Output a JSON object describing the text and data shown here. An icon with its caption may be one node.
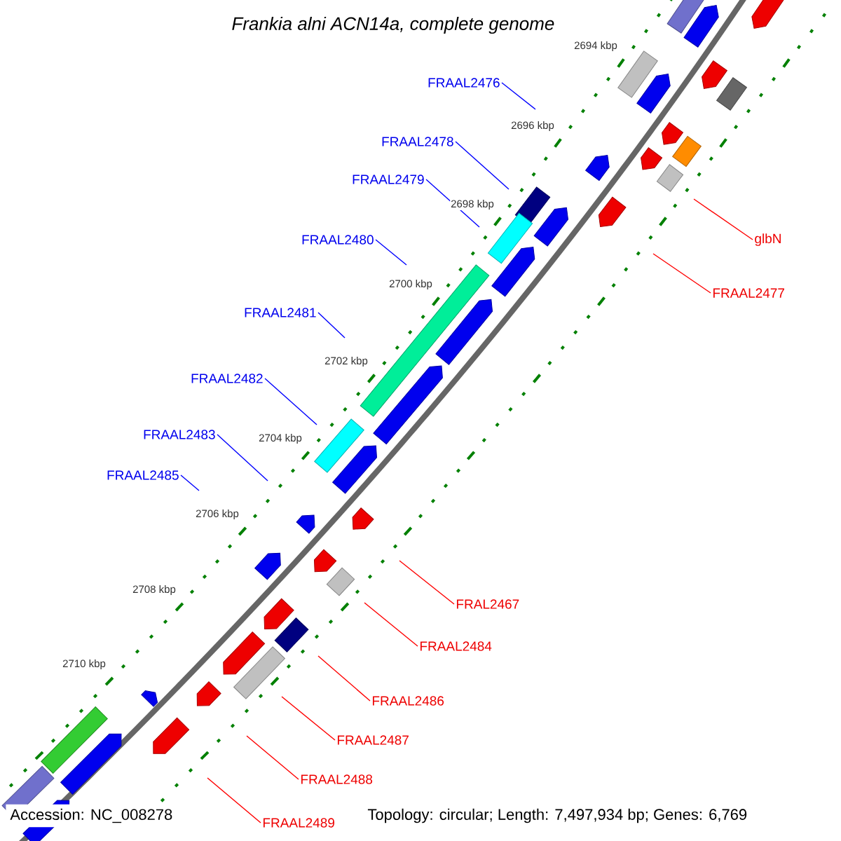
{
  "diagram": {
    "title": "Frankia alni ACN14a, complete genome",
    "nodes": [
      {
        "text": [
          "FRAAL2476"
        ]
      },
      {
        "text": [
          "FRAAL2478"
        ]
      },
      {
        "text": [
          "FRAAL2479"
        ]
      },
      {
        "text": [
          "FRAAL2480"
        ]
      },
      {
        "text": [
          "FRAAL2481"
        ]
      },
      {
        "text": [
          "FRAAL2482"
        ]
      },
      {
        "text": [
          "FRAAL2483"
        ]
      },
      {
        "text": [
          "FRAAL2485"
        ]
      },
      {
        "text": [
          "glbN"
        ]
      },
      {
        "text": [
          "FRAAL2477"
        ]
      },
      {
        "text": [
          "FRAL2467"
        ]
      },
      {
        "text": [
          "FRAAL2484"
        ]
      },
      {
        "text": [
          "FRAAL2486"
        ]
      },
      {
        "text": [
          "FRAAL2487"
        ]
      },
      {
        "text": [
          "FRAAL2488"
        ]
      },
      {
        "text": [
          "FRAAL2489"
        ]
      }
    ],
    "edges": [
      {
        "from": 0,
        "to": null,
        "arrow": "none",
        "color": "#0000ff"
      },
      {
        "from": 1,
        "to": null,
        "arrow": "none",
        "color": "#0000ff"
      },
      {
        "from": 2,
        "to": null,
        "arrow": "none",
        "color": "#0000ff"
      },
      {
        "from": 3,
        "to": null,
        "arrow": "none",
        "color": "#0000ff"
      },
      {
        "from": 4,
        "to": null,
        "arrow": "none",
        "color": "#0000ff"
      },
      {
        "from": 5,
        "to": null,
        "arrow": "none",
        "color": "#0000ff"
      },
      {
        "from": 6,
        "to": null,
        "arrow": "none",
        "color": "#0000ff"
      },
      {
        "from": 7,
        "to": null,
        "arrow": "none",
        "color": "#0000ff"
      },
      {
        "from": 8,
        "to": null,
        "arrow": "none",
        "color": "#ff0000"
      },
      {
        "from": 9,
        "to": null,
        "arrow": "none",
        "color": "#ff0000"
      },
      {
        "from": 10,
        "to": null,
        "arrow": "none",
        "color": "#ff0000"
      },
      {
        "from": 11,
        "to": null,
        "arrow": "none",
        "color": "#ff0000"
      },
      {
        "from": 12,
        "to": null,
        "arrow": "none",
        "color": "#ff0000"
      },
      {
        "from": 13,
        "to": null,
        "arrow": "none",
        "color": "#ff0000"
      },
      {
        "from": 14,
        "to": null,
        "arrow": "none",
        "color": "#ff0000"
      },
      {
        "from": 15,
        "to": null,
        "arrow": "none",
        "color": "#ff0000"
      }
    ],
    "labels": [
      "2694 kbp",
      "2696 kbp",
      "2698 kbp",
      "2700 kbp",
      "2702 kbp",
      "2704 kbp",
      "2706 kbp",
      "2708 kbp",
      "2710 kbp",
      "Accession: NC_008278",
      "Topology: circular; Length: 7,497,934 bp; Genes: 6,769"
    ]
  }
}
